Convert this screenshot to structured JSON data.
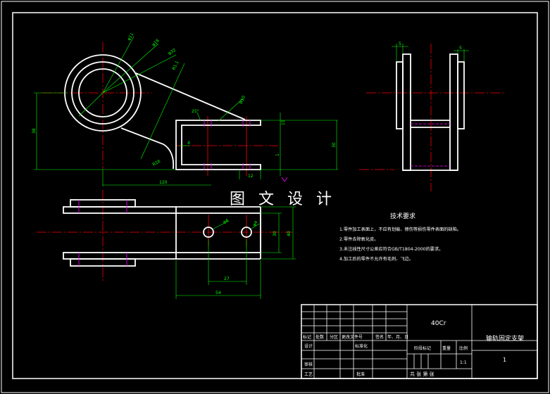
{
  "watermark": "图 文 设 计",
  "tech_requirements": {
    "title": "技术要求",
    "items": [
      "1.零件加工表面上，不应有划痕、擦伤等损伤零件表面的缺陷。",
      "2.零件去除氧化皮。",
      "3.未注线性尺寸公差应符合GB/T1804-2000的要求。",
      "4.加工后的零件不允许有毛刺、飞边。"
    ]
  },
  "dimensions": {
    "d1": "φ11",
    "d2": "φ18",
    "d3": "φ32",
    "r1": "R1.1",
    "r2": "R10",
    "r3": "R16",
    "ang": "25°",
    "h38": "38",
    "w120": "120",
    "h15": "15",
    "w12": "12",
    "h4": "4",
    "h30": "30",
    "h40": "40",
    "h1": "1",
    "w27": "27",
    "w54": "54",
    "phi4": "φ4",
    "phi4b": "φ4",
    "top5a": "5",
    "top5b": "5"
  },
  "title_block": {
    "material": "40Cr",
    "part_name": "输轨固定支架",
    "scale": "1:1",
    "sheet": "1",
    "headers": [
      "标记",
      "处数",
      "分区",
      "更改文件号",
      "签名",
      "年、月、日"
    ],
    "design": "设计",
    "standardize": "标准化",
    "process": "工艺",
    "approve": "批准",
    "review": "审核",
    "stage_mark": "阶段标记",
    "weight": "重量",
    "ratio": "比例",
    "sheets": "共    张  第    张"
  },
  "colors": {
    "outline": "#ffffff",
    "dimension": "#00ff00",
    "centerline": "#ff0000",
    "hidden": "#ff00ff",
    "background": "#000000"
  }
}
